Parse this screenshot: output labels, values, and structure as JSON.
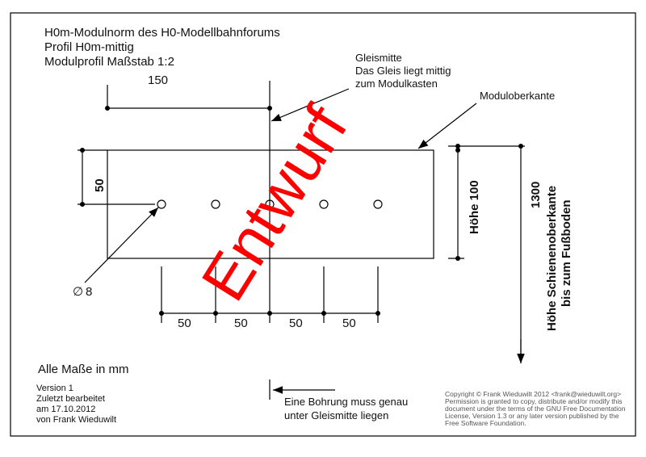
{
  "header": {
    "title": "H0m-Modulnorm des H0-Modellbahnforums",
    "profile": "Profil H0m-mittig",
    "scale": "Modulprofil Maßstab 1:2"
  },
  "labels": {
    "gleismitte": [
      "Gleismitte",
      "Das Gleis liegt mittig",
      "zum Modulkasten"
    ],
    "moduloberkante": "Moduloberkante",
    "dim_150": "150",
    "dim_50_left": "50",
    "hoehe": "Höhe 100",
    "dim_1300": "1300",
    "schiene": [
      "Höhe Schienenoberkante",
      "bis zum Fußboden"
    ],
    "diameter": "8",
    "bottom_dims": [
      "50",
      "50",
      "50",
      "50"
    ],
    "note": [
      "Eine Bohrung muss genau",
      "unter  Gleismitte liegen"
    ],
    "watermark": "Entwurf"
  },
  "footer": {
    "units": "Alle Maße in mm",
    "version": [
      "Version 1",
      "Zuletzt bearbeitet",
      "am 17.10.2012",
      "von Frank Wieduwilt"
    ],
    "copyright": [
      "Copyright © Frank Wieduwilt 2012 <frank@wieduwilt.org>",
      "Permission is granted to copy, distribute and/or modify this",
      "document under the terms of the GNU Free Documentation",
      "License, Version 1.3 or any later version published by the",
      "Free Software Foundation."
    ]
  },
  "colors": {
    "watermark": "#ff0000"
  }
}
